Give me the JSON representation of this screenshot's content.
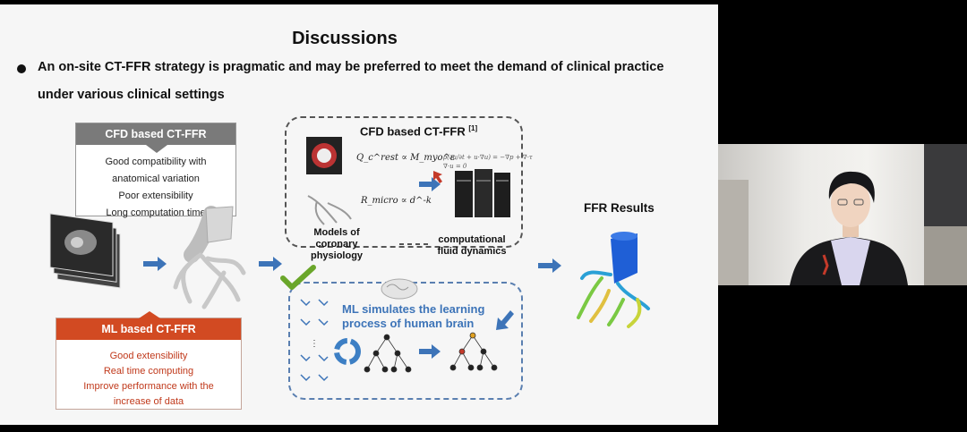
{
  "slide": {
    "title": "Discussions",
    "bullet_line1": "An on-site CT-FFR strategy is pragmatic and may be preferred to meet the demand of clinical practice",
    "bullet_line2": "under various clinical settings",
    "cfd_box": {
      "header": "CFD based CT-FFR",
      "lines": [
        "Good compatibility with",
        "anatomical variation",
        "Poor extensibility",
        "Long computation time"
      ]
    },
    "ml_box": {
      "header": "ML based CT-FFR",
      "lines": [
        "Good extensibility",
        "Real time computing",
        "Improve performance with the",
        "increase of data"
      ]
    },
    "cfd_panel": {
      "title": "CFD based CT-FFR",
      "reference": "[1]",
      "equation_flow": "Q_c^rest ∝ M_myo^ε",
      "equation_resistance": "R_micro ∝ d^-k",
      "ns_equation_1": "ρ(∂u/∂t + u·∇u) = −∇p + ∇·τ",
      "ns_equation_2": "∇·u = 0",
      "label_models": [
        "Models of",
        "coronary",
        "physiology"
      ],
      "label_cfd": [
        "computational",
        "fluid dynamics"
      ]
    },
    "ml_panel": {
      "text": [
        "ML simulates the learning",
        "process of human brain"
      ]
    },
    "ffr_label": "FFR Results",
    "colors": {
      "cfd_header": "#7a7a7a",
      "ml_header": "#d24a22",
      "ml_text": "#c0391b",
      "ml_accent": "#3d74b8",
      "arrow": "#3d74b8",
      "checkmark": "#6aa62a"
    }
  },
  "webcam": {
    "presenter": "video-feed"
  }
}
